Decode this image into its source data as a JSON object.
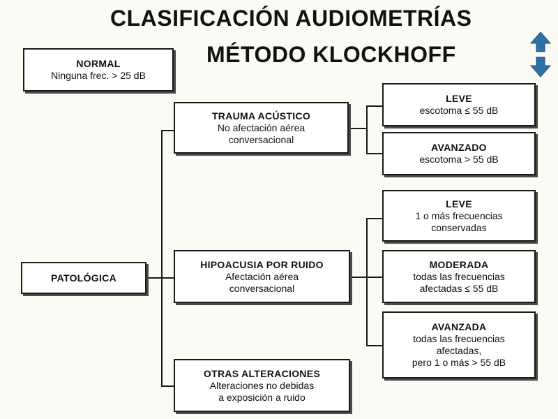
{
  "title": {
    "line1": "CLASIFICACIÓN AUDIOMETRÍAS",
    "line2": "MÉTODO KLOCKHOFF"
  },
  "colors": {
    "arrow": "#2f6fa8",
    "text": "#111111",
    "border": "#1a1a1a"
  },
  "icons": [
    "up-arrow-icon",
    "down-arrow-icon"
  ],
  "boxes": {
    "normal": {
      "title": "NORMAL",
      "text": "Ninguna frec. > 25 dB"
    },
    "patologica": {
      "title": "PATOLÓGICA"
    },
    "trauma": {
      "title": "TRAUMA ACÚSTICO",
      "line1": "No afectación aérea",
      "line2": "conversacional"
    },
    "hipoacusia": {
      "title": "HIPOACUSIA POR RUIDO",
      "line1": "Afectación aérea",
      "line2": "conversacional"
    },
    "otras": {
      "title": "OTRAS ALTERACIONES",
      "line1": "Alteraciones no debidas",
      "line2": "a exposición a ruido"
    },
    "trauma_leve": {
      "title": "LEVE",
      "text": "escotoma ≤ 55 dB"
    },
    "trauma_avanzado": {
      "title": "AVANZADO",
      "text": "escotoma > 55 dB"
    },
    "hipo_leve": {
      "title": "LEVE",
      "line1": "1 o más frecuencias",
      "line2": "conservadas"
    },
    "hipo_moderada": {
      "title": "MODERADA",
      "line1": "todas las frecuencias",
      "line2": "afectadas ≤ 55 dB"
    },
    "hipo_avanzada": {
      "title": "AVANZADA",
      "line1": "todas las frecuencias",
      "line2": "afectadas,",
      "line3": "pero 1 o más > 55 dB"
    }
  }
}
